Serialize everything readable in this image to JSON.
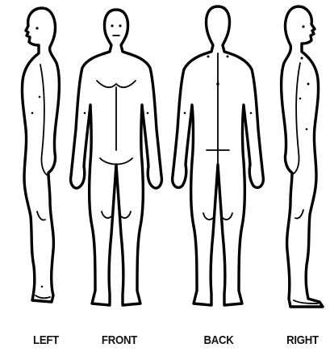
{
  "views": [
    {
      "id": "left",
      "label": "LEFT"
    },
    {
      "id": "front",
      "label": "FRONT"
    },
    {
      "id": "back",
      "label": "BACK"
    },
    {
      "id": "right",
      "label": "RIGHT"
    }
  ],
  "colors": {
    "background": "#ffffff",
    "ink": "#000000"
  }
}
